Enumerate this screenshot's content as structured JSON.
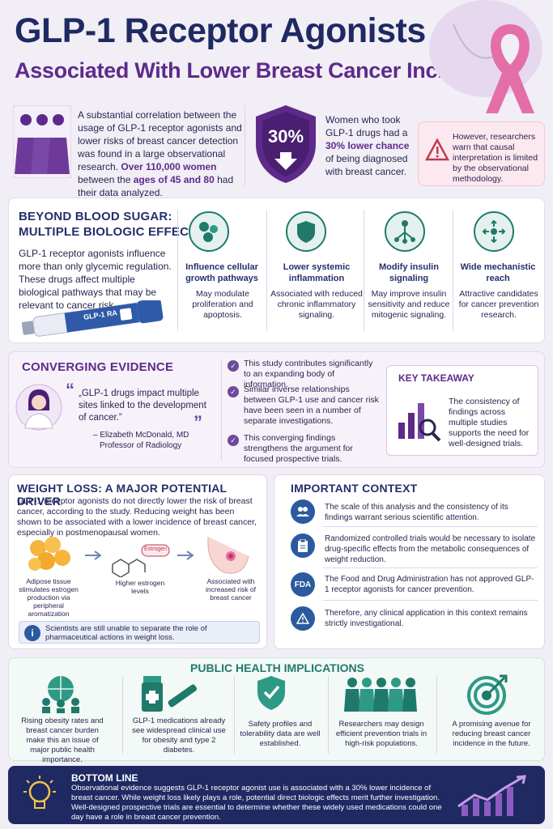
{
  "header": {
    "title": "GLP-1 Receptor Agonists",
    "subtitle": "Associated With Lower Breast Cancer Incidence"
  },
  "intro": {
    "text_part1": "A substantial correlation between the usage of GLP-1 receptor agonists and lower risks of breast cancer detection was found in a large observational research.",
    "text_bold1": "Over 110,000 women",
    "text_part2": " between the ",
    "text_bold2": "ages of 45 and 80",
    "text_part3": " had their data analyzed.",
    "stat_value": "30%",
    "stat_text_part1": "Women who took GLP-1 drugs had a ",
    "stat_text_bold": "30% lower chance",
    "stat_text_part2": " of being diagnosed with breast cancer.",
    "warning_text": "However, researchers warn that causal interpretation is limited by the observational methodology."
  },
  "beyond": {
    "title_line1": "BEYOND BLOOD SUGAR:",
    "title_line2": "MULTIPLE BIOLOGIC EFFECTS",
    "text": "GLP-1 receptor agonists influence more than only glycemic regulation. These drugs affect multiple biological pathways that may be relevant to cancer risk.",
    "pen_label": "GLP-1",
    "pen_sublabel": "RA",
    "items": [
      {
        "title": "Influence cellular growth pathways",
        "text": "May modulate proliferation and apoptosis.",
        "icon": "cells-icon"
      },
      {
        "title": "Lower systemic inflammation",
        "text": "Associated with reduced chronic inflammatory signaling.",
        "icon": "shield-icon"
      },
      {
        "title": "Modify insulin signaling",
        "text": "May improve insulin sensitivity and reduce mitogenic signaling.",
        "icon": "network-icon"
      },
      {
        "title": "Wide mechanistic reach",
        "text": "Attractive candidates for cancer prevention research.",
        "icon": "arrows-out-icon"
      }
    ]
  },
  "converging": {
    "title": "CONVERGING EVIDENCE",
    "quote": "GLP-1 drugs impact multiple sites linked to the development of cancer.",
    "author": "– Elizabeth McDonald, MD",
    "author_title": "Professor of Radiology",
    "bullets": [
      "This study contributes significantly to an expanding body of information.",
      "Similar inverse relationships between GLP-1 use and cancer risk have been seen in a number of separate investigations.",
      "This converging findings strengthens the argument for focused prospective trials."
    ],
    "takeaway_title": "KEY TAKEAWAY",
    "takeaway_text": "The consistency of findings across multiple studies supports the need for well-designed trials."
  },
  "weight": {
    "title": "WEIGHT LOSS: A MAJOR POTENTIAL DRIVER",
    "text": "GLP-1 receptor agonists do not directly lower the risk of breast cancer, according to the study. Reducing weight has been shown to be associated with a lower incidence of breast cancer, especially in postmenopausal women.",
    "step1": "Adipose tissue stimulates estrogen production via peripheral aromatization",
    "step2": "Higher estrogen levels",
    "step2_tag": "Estrogen",
    "step3": "Associated with increased risk of breast cancer",
    "note": "Scientists are still unable to separate the role of pharmaceutical actions in weight loss."
  },
  "context": {
    "title": "IMPORTANT CONTEXT",
    "items": [
      {
        "text": "The scale of this analysis and the consistency of its findings warrant serious scientific attention.",
        "icon": "people-icon"
      },
      {
        "text": "Randomized controlled trials would be necessary to isolate drug-specific effects from the metabolic consequences of weight reduction.",
        "icon": "clipboard-icon"
      },
      {
        "text": "The Food and Drug Administration has not approved GLP-1 receptor agonists for cancer prevention.",
        "icon": "fda-icon",
        "badge": "FDA"
      },
      {
        "text": "Therefore, any clinical application in this context remains strictly investigational.",
        "icon": "warning-icon"
      }
    ]
  },
  "public": {
    "title": "PUBLIC HEALTH IMPLICATIONS",
    "items": [
      {
        "text": "Rising obesity rates and breast cancer burden make this an issue of major public health importance.",
        "icon": "globe-people-icon"
      },
      {
        "text": "GLP-1 medications already see widespread clinical use for obesity and type 2 diabetes.",
        "icon": "medication-icon"
      },
      {
        "text": "Safety profiles and tolerability data are well established.",
        "icon": "shield-check-icon"
      },
      {
        "text": "Researchers may design efficient prevention trials in high-risk populations.",
        "icon": "women-group-icon"
      },
      {
        "text": "A promising avenue for reducing breast cancer incidence in the future.",
        "icon": "target-icon"
      }
    ]
  },
  "bottom": {
    "title": "BOTTOM LINE",
    "text": "Observational evidence suggests GLP-1 receptor agonist use is associated with a 30% lower incidence of breast cancer. While weight loss likely plays a role, potential direct biologic effects merit further investigation. Well-designed prospective trials are essential to determine whether these widely used medications could one day have a role in breast cancer prevention."
  }
}
